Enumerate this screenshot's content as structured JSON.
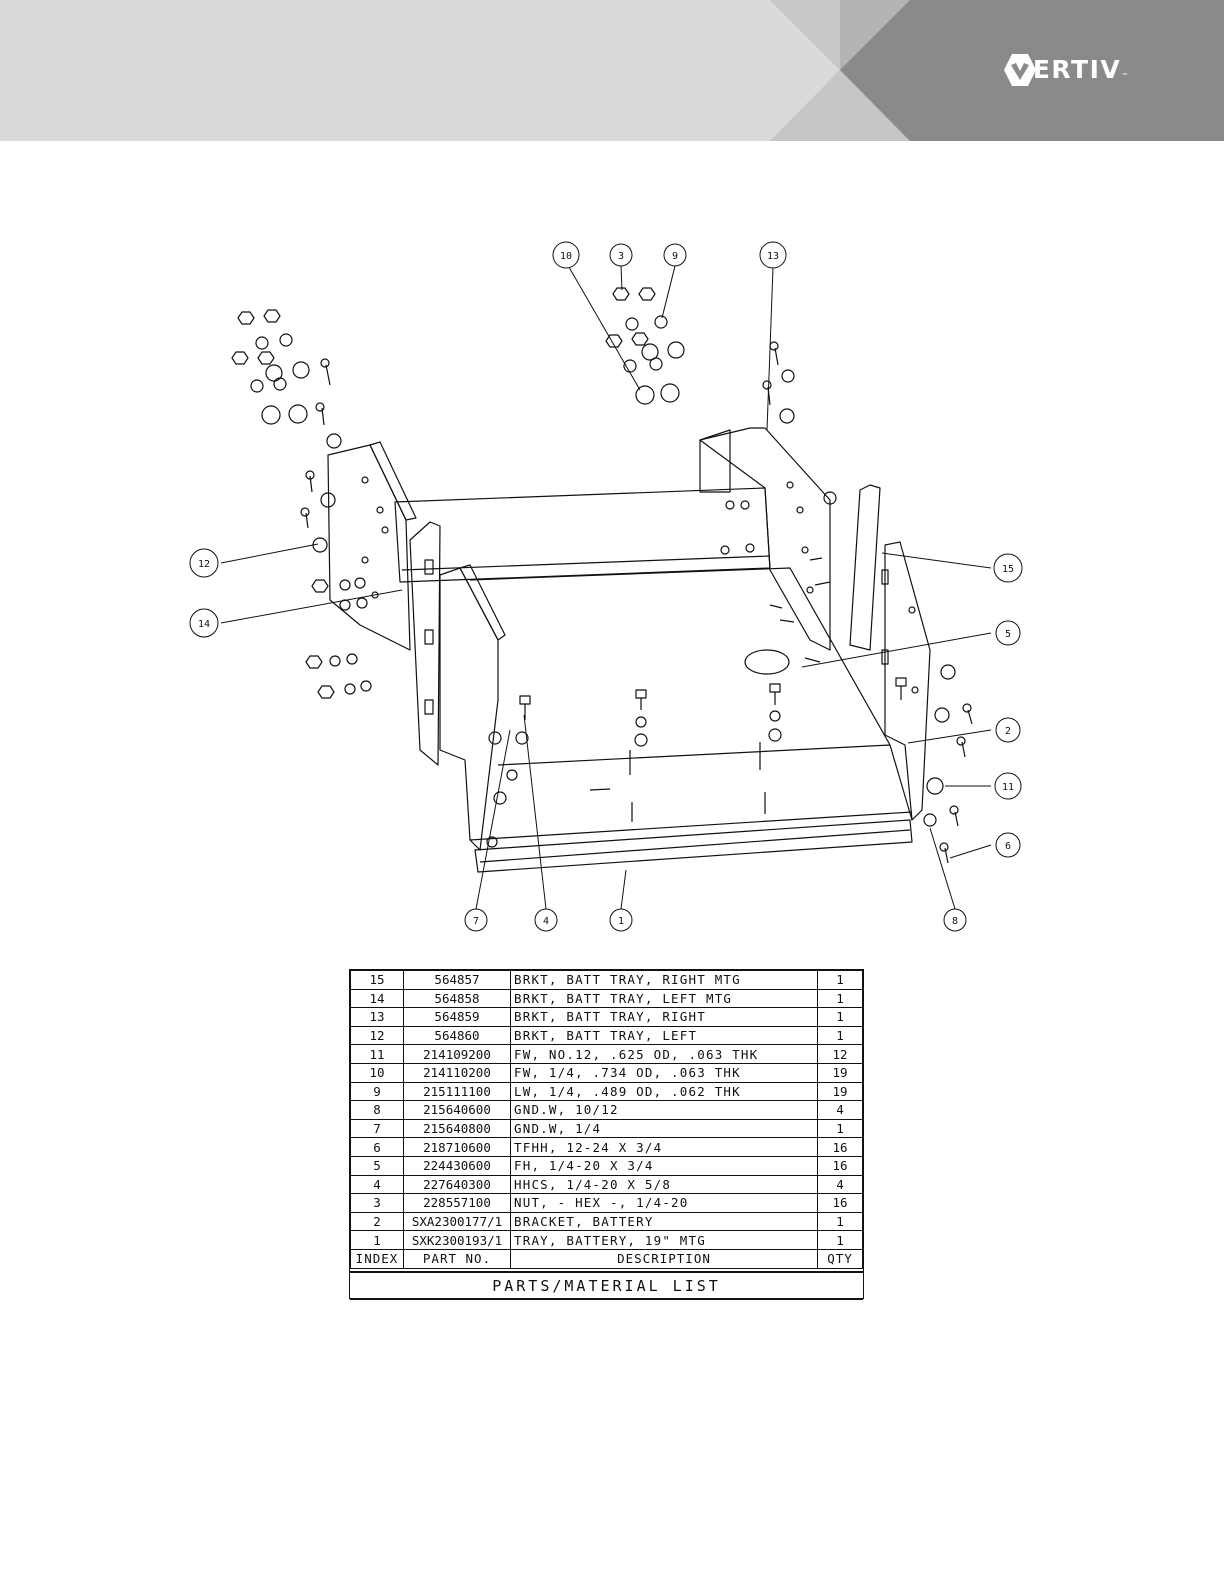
{
  "brand": {
    "name": "VERTIV",
    "tm": "™",
    "icon": "vertiv-logo-icon"
  },
  "callouts": [
    "10",
    "3",
    "9",
    "13",
    "12",
    "14",
    "15",
    "5",
    "2",
    "11",
    "6",
    "7",
    "4",
    "1",
    "8"
  ],
  "parts_table": {
    "title": "PARTS/MATERIAL LIST",
    "headers": {
      "index": "INDEX",
      "part": "PART NO.",
      "desc": "DESCRIPTION",
      "qty": "QTY"
    },
    "rows": [
      {
        "index": "15",
        "part": "564857",
        "desc": "BRKT, BATT TRAY, RIGHT MTG",
        "qty": "1"
      },
      {
        "index": "14",
        "part": "564858",
        "desc": "BRKT, BATT TRAY, LEFT MTG",
        "qty": "1"
      },
      {
        "index": "13",
        "part": "564859",
        "desc": "BRKT, BATT TRAY, RIGHT",
        "qty": "1"
      },
      {
        "index": "12",
        "part": "564860",
        "desc": "BRKT, BATT TRAY, LEFT",
        "qty": "1"
      },
      {
        "index": "11",
        "part": "214109200",
        "desc": "FW, NO.12, .625 OD, .063 THK",
        "qty": "12"
      },
      {
        "index": "10",
        "part": "214110200",
        "desc": "FW, 1/4, .734 OD, .063 THK",
        "qty": "19"
      },
      {
        "index": "9",
        "part": "215111100",
        "desc": "LW, 1/4, .489 OD, .062 THK",
        "qty": "19"
      },
      {
        "index": "8",
        "part": "215640600",
        "desc": "GND.W, 10/12",
        "qty": "4"
      },
      {
        "index": "7",
        "part": "215640800",
        "desc": "GND.W, 1/4",
        "qty": "1"
      },
      {
        "index": "6",
        "part": "218710600",
        "desc": "TFHH, 12-24 X 3/4",
        "qty": "16"
      },
      {
        "index": "5",
        "part": "224430600",
        "desc": "FH, 1/4-20 X 3/4",
        "qty": "16"
      },
      {
        "index": "4",
        "part": "227640300",
        "desc": "HHCS, 1/4-20 X 5/8",
        "qty": "4"
      },
      {
        "index": "3",
        "part": "228557100",
        "desc": "NUT, - HEX -, 1/4-20",
        "qty": "16"
      },
      {
        "index": "2",
        "part": "SXA2300177/1",
        "desc": "BRACKET, BATTERY",
        "qty": "1"
      },
      {
        "index": "1",
        "part": "SXK2300193/1",
        "desc": "TRAY, BATTERY, 19\" MTG",
        "qty": "1"
      }
    ]
  }
}
